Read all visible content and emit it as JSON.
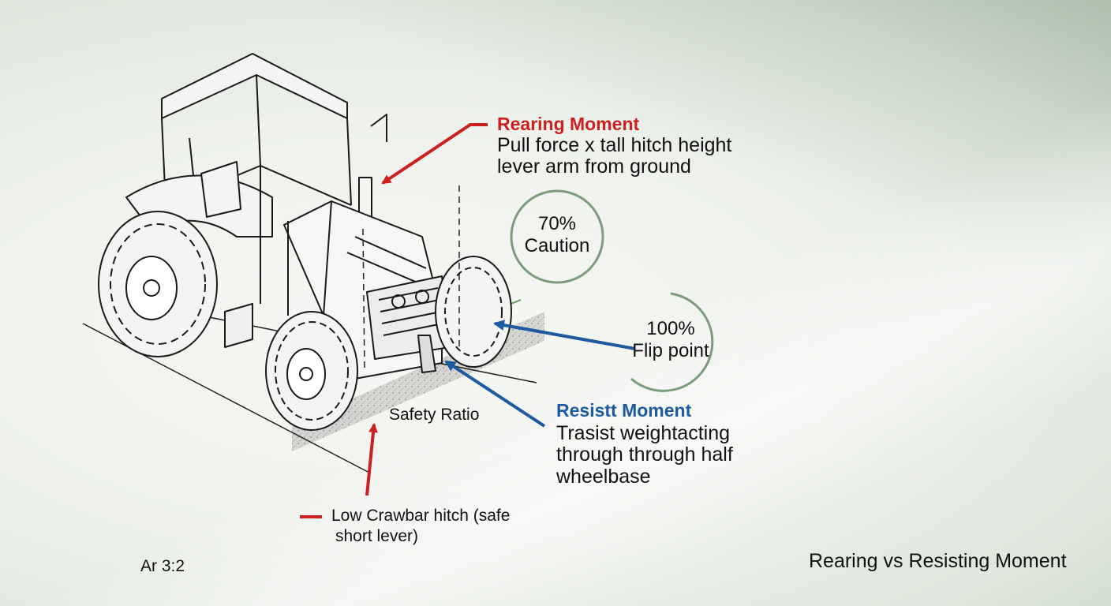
{
  "rearing": {
    "title": "Rearing Moment",
    "line1": "Pull force x tall hitch height",
    "line2": "lever arm from ground",
    "color": "#cc1f1f"
  },
  "resist": {
    "title": "Resistt Moment",
    "line1": "Trasist weightacting",
    "line2": "through through half",
    "line3": "wheelbase",
    "color": "#1d5aa0"
  },
  "gauges": {
    "caution": {
      "value": "70%",
      "label": "Caution",
      "fraction": 0.7
    },
    "flip": {
      "value": "100%",
      "label": "Flip point",
      "fraction": 1.0
    },
    "color": "#7d9b7d"
  },
  "safety_ratio": "Safety Ratio",
  "low_hitch": {
    "line1": "Low Crawbar hitch (safe",
    "line2": "short lever)"
  },
  "aspect": "Ar 3:2",
  "footer_title": "Rearing vs Resisting Moment"
}
